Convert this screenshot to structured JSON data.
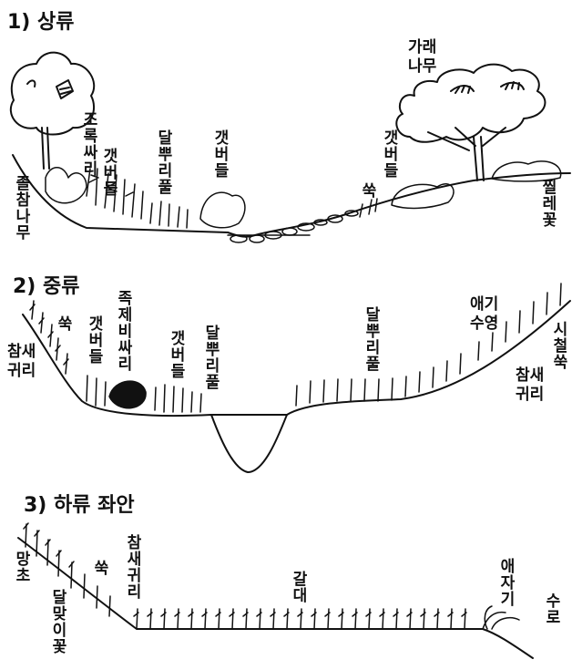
{
  "sections": [
    {
      "title": "1) 상류",
      "labels": {
        "jolcham": "졸참나무",
        "jorok": "조록싸리",
        "gaet1": "갯버들",
        "dalppuri": "달뿌리풀",
        "gaet2": "갯버들",
        "gaet3": "갯버들",
        "ssuk": "쑥",
        "garae_line1": "가래",
        "garae_line2": "나무",
        "jjillae": "찔레꽃"
      }
    },
    {
      "title": "2) 중류",
      "labels": {
        "chamsae_line1": "참새",
        "chamsae_line2": "귀리",
        "ssuk": "쑥",
        "gaet1": "갯버들",
        "jokje": "족제비싸리",
        "gaet2": "갯버들",
        "dalppuri1": "달뿌리풀",
        "dalppuri2": "달뿌리풀",
        "aegi_line1": "애기",
        "aegi_line2": "수영",
        "sicheol": "시철쑥",
        "chamsae2_line1": "참새",
        "chamsae2_line2": "귀리"
      }
    },
    {
      "title": "3) 하류 좌안",
      "labels": {
        "mangcho": "망초",
        "dalmaji": "달맞이꽃",
        "ssuk": "쑥",
        "chamsae": "참새귀리",
        "galdae": "갈대",
        "aeja": "애자기",
        "suro": "수로"
      }
    }
  ]
}
